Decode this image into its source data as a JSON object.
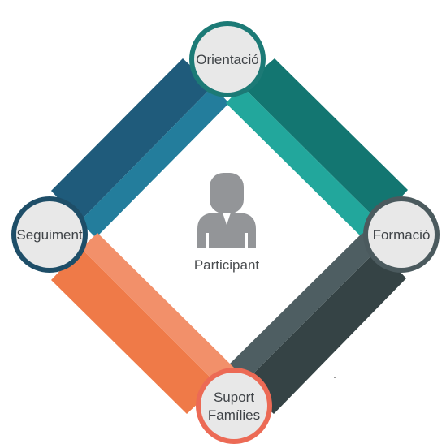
{
  "center": {
    "label": "Participant",
    "icon": "person-icon",
    "icon_color": "#939598"
  },
  "nodes": {
    "top": {
      "lines": [
        "Orientació"
      ],
      "ring_color": "#1c7a76"
    },
    "right": {
      "lines": [
        "Formació"
      ],
      "ring_color": "#4b5a5e"
    },
    "bottom": {
      "lines": [
        "Suport",
        "Famílies"
      ],
      "ring_color": "#ec6a55"
    },
    "left": {
      "lines": [
        "Seguiment"
      ],
      "ring_color": "#1e4e68"
    }
  },
  "bands": {
    "left_top": {
      "dark": "#1f5b7b",
      "light": "#237d9c"
    },
    "top_right": {
      "dark": "#137671",
      "light": "#22a79c"
    },
    "right_bottom": {
      "dark": "#354345",
      "light": "#4e5e62"
    },
    "bottom_left": {
      "dark": "#ef7a48",
      "light": "#f2906a"
    }
  }
}
